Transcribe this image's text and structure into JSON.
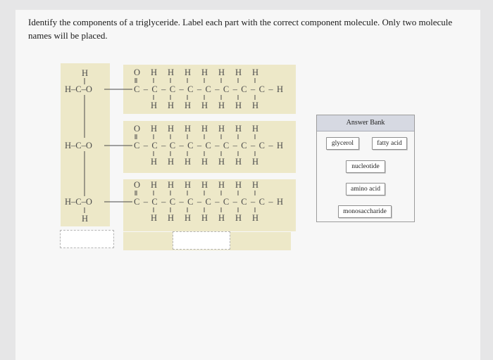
{
  "question": {
    "text": "Identify the components of a triglyceride. Label each part with the correct component molecule. Only two molecule names will be placed."
  },
  "molecule": {
    "glycerol": {
      "top_h": "H",
      "groups": [
        "H–C–O",
        "H–C–O",
        "H–C–O"
      ],
      "bottom_h": "H"
    },
    "fatty_acid_chain": {
      "top_row": [
        "O",
        "H",
        "H",
        "H",
        "H",
        "H",
        "H",
        "H"
      ],
      "carbon_row": "C–C–C–C–C–C–C–C–H",
      "bottom_row": [
        "H",
        "H",
        "H",
        "H",
        "H",
        "H",
        "H"
      ]
    }
  },
  "drop_zones": {
    "glycerol_zone": "",
    "fatty_acid_zone": ""
  },
  "answer_bank": {
    "title": "Answer Bank",
    "items": [
      "glycerol",
      "fatty acid",
      "nucleotide",
      "amino acid",
      "monosaccharide"
    ]
  }
}
